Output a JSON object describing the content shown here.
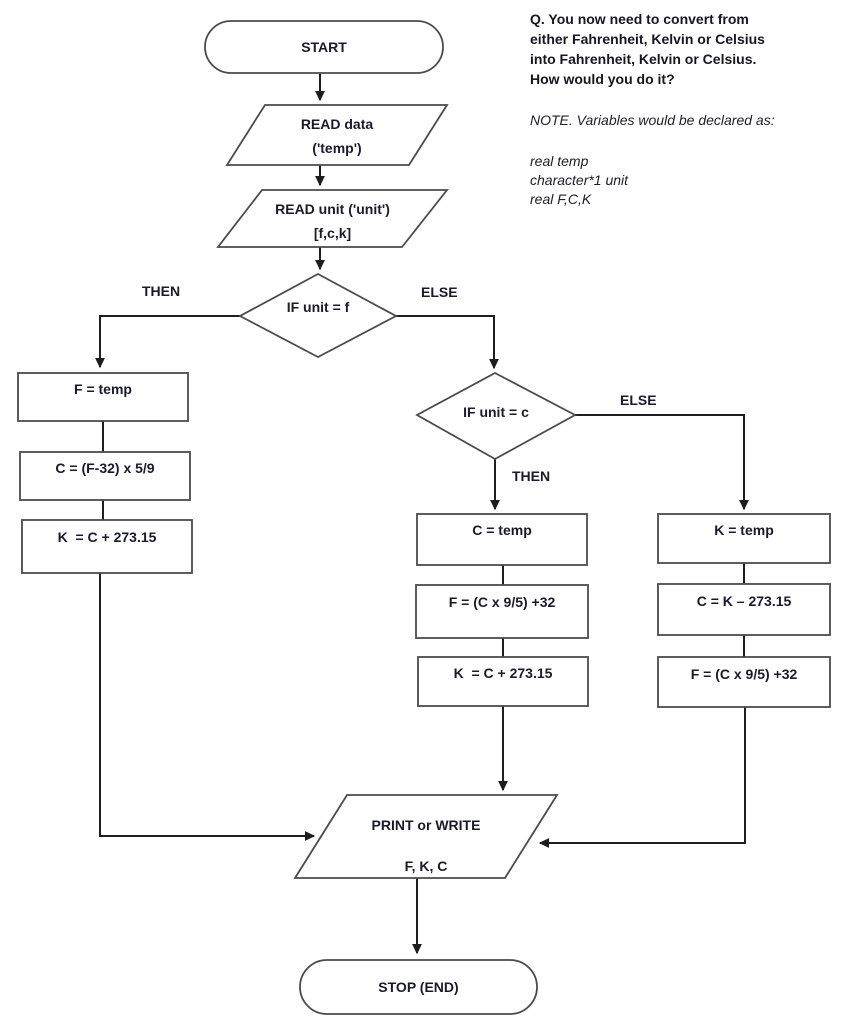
{
  "question": {
    "lines": [
      "Q. You now need to convert from",
      "either Fahrenheit, Kelvin or Celsius",
      "into Fahrenheit, Kelvin or Celsius.",
      "How would you do it?"
    ],
    "note": "NOTE. Variables would be declared as:",
    "declarations": [
      "real temp",
      "character*1 unit",
      "real F,C,K"
    ]
  },
  "flowchart": {
    "start_label": "START",
    "read_data_line1": "READ data",
    "read_data_line2": "('temp')",
    "read_unit_line1": "READ unit ('unit')",
    "read_unit_line2": "[f,c,k]",
    "decision_unit_f": "IF unit = f",
    "decision_unit_c": "IF unit = c",
    "then_label_1": "THEN",
    "else_label_1": "ELSE",
    "then_label_2": "THEN",
    "else_label_2": "ELSE",
    "f_branch": [
      "F = temp",
      "C = (F-32) x 5/9",
      "K  = C + 273.15"
    ],
    "c_branch": [
      "C = temp",
      "F = (C x 9/5) +32",
      "K  = C + 273.15"
    ],
    "k_branch": [
      "K = temp",
      "C = K – 273.15",
      "F = (C x 9/5) +32"
    ],
    "print_line1": "PRINT or WRITE",
    "print_line2": "F, K, C",
    "stop_label": "STOP (END)"
  },
  "colors": {
    "background": "#ffffff",
    "connector_line": "#1f1f1f",
    "shape_outline": "#4b4b4b",
    "text": "#1a1a2e"
  }
}
